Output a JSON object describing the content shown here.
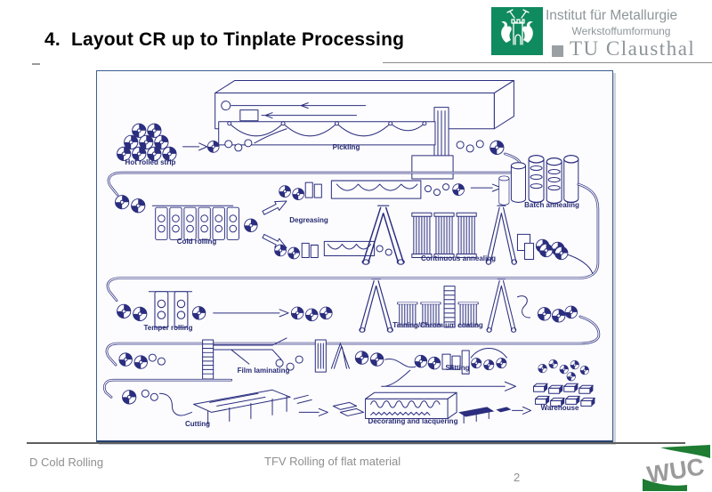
{
  "slide": {
    "title": "4.  Layout CR up to Tinplate Processing",
    "page_number": "2"
  },
  "header_logo": {
    "line1": "Institut für Metallurgie",
    "line2": "Werkstoffumformung",
    "university": "TU Clausthal"
  },
  "footer": {
    "left": "D Cold Rolling",
    "center": "TFV Rolling of flat material",
    "logo_text": "WUC"
  },
  "colors": {
    "diagram_ink": "#2b2e7e",
    "crest_green": "#108a5f",
    "wuc_green": "#1e7c33",
    "muted_gray": "#8d979a"
  },
  "diagram": {
    "labels": {
      "hot_rolled_strip": "Hot rolled strip",
      "pickling": "Pickling",
      "cold_rolling": "Cold rolling",
      "degreasing": "Degreasing",
      "batch_annealing": "Batch annealing",
      "continuous_annealing": "Continuous annealing",
      "temper_rolling": "Temper rolling",
      "tinning": "Tinning/Chromium coating",
      "film_laminating": "Film laminating",
      "slitting": "Slitting",
      "cutting": "Cutting",
      "decorating": "Decorating and lacquering",
      "warehouse": "Warehouse"
    }
  }
}
